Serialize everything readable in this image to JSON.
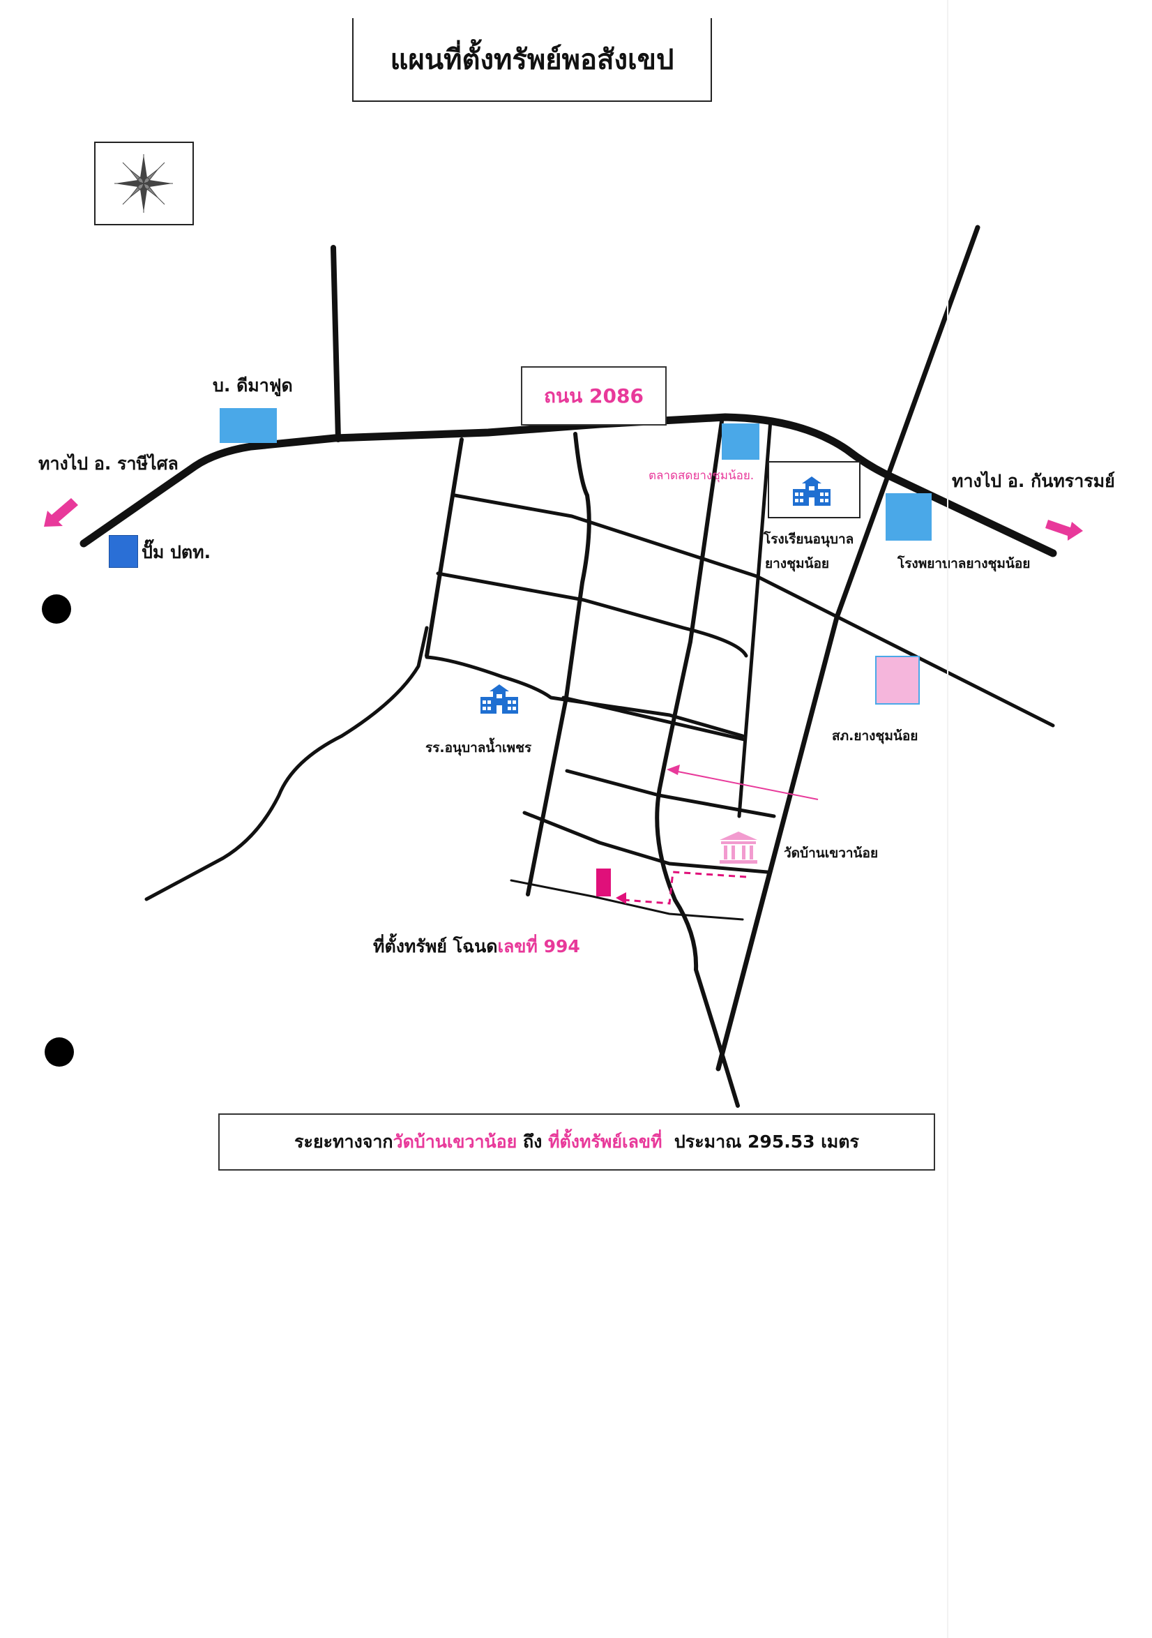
{
  "title": "แผนที่ตั้งทรัพย์พอสังเขป",
  "road_label": "ถนน 2086",
  "directions": {
    "west": "ทางไป อ. ราษีไศล",
    "east": "ทางไป อ. กันทรารมย์"
  },
  "landmarks": {
    "dimafood": "บ. ดีมาฟูด",
    "ptt_pump": "ปั๊ม ปตท.",
    "market": "ตลาดสดยางชุมน้อย.",
    "kindergarten_line1": "โรงเรียนอนุบาล",
    "kindergarten_line2": "ยางชุมน้อย",
    "hospital": "โรงพยาบาลยางชุมน้อย",
    "police": "สภ.ยางชุมน้อย",
    "school_namphet": "รร.อนุบาลน้ำเพชร",
    "temple": "วัดบ้านเขวาน้อย"
  },
  "property": {
    "prefix": "ที่ตั้งทรัพย์ โฉนด",
    "number_label": "เลขที่ 994"
  },
  "distance": {
    "prefix": "ระยะทางจาก",
    "temple": "วัดบ้านเขวาน้อย",
    "connector": " ถึง ",
    "property": "ที่ตั้งทรัพย์เลขที่",
    "suffix": "  ประมาณ 295.53 เมตร"
  },
  "icons": {
    "compass": "compass-rose-icon",
    "school": "school-building-icon",
    "temple": "temple-icon",
    "arrow": "direction-arrow-icon"
  },
  "colors": {
    "road": "#111111",
    "accent_pink": "#e8399a",
    "building_blue": "#4aa8e8",
    "pump_blue": "#2a6fd6",
    "police_pink": "#f5b6dc",
    "school_icon_blue": "#1f6fd1",
    "temple_icon_pink": "#f29bcf",
    "property_marker": "#e0107a"
  }
}
